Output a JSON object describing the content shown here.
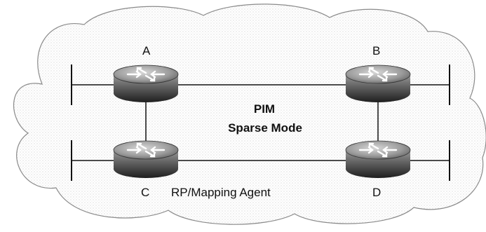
{
  "diagram": {
    "routers": {
      "A": {
        "label": "A"
      },
      "B": {
        "label": "B"
      },
      "C": {
        "label": "C"
      },
      "D": {
        "label": "D"
      }
    },
    "cloud_label_line1": "PIM",
    "cloud_label_line2": "Sparse Mode",
    "rp_label": "RP/Mapping Agent"
  }
}
